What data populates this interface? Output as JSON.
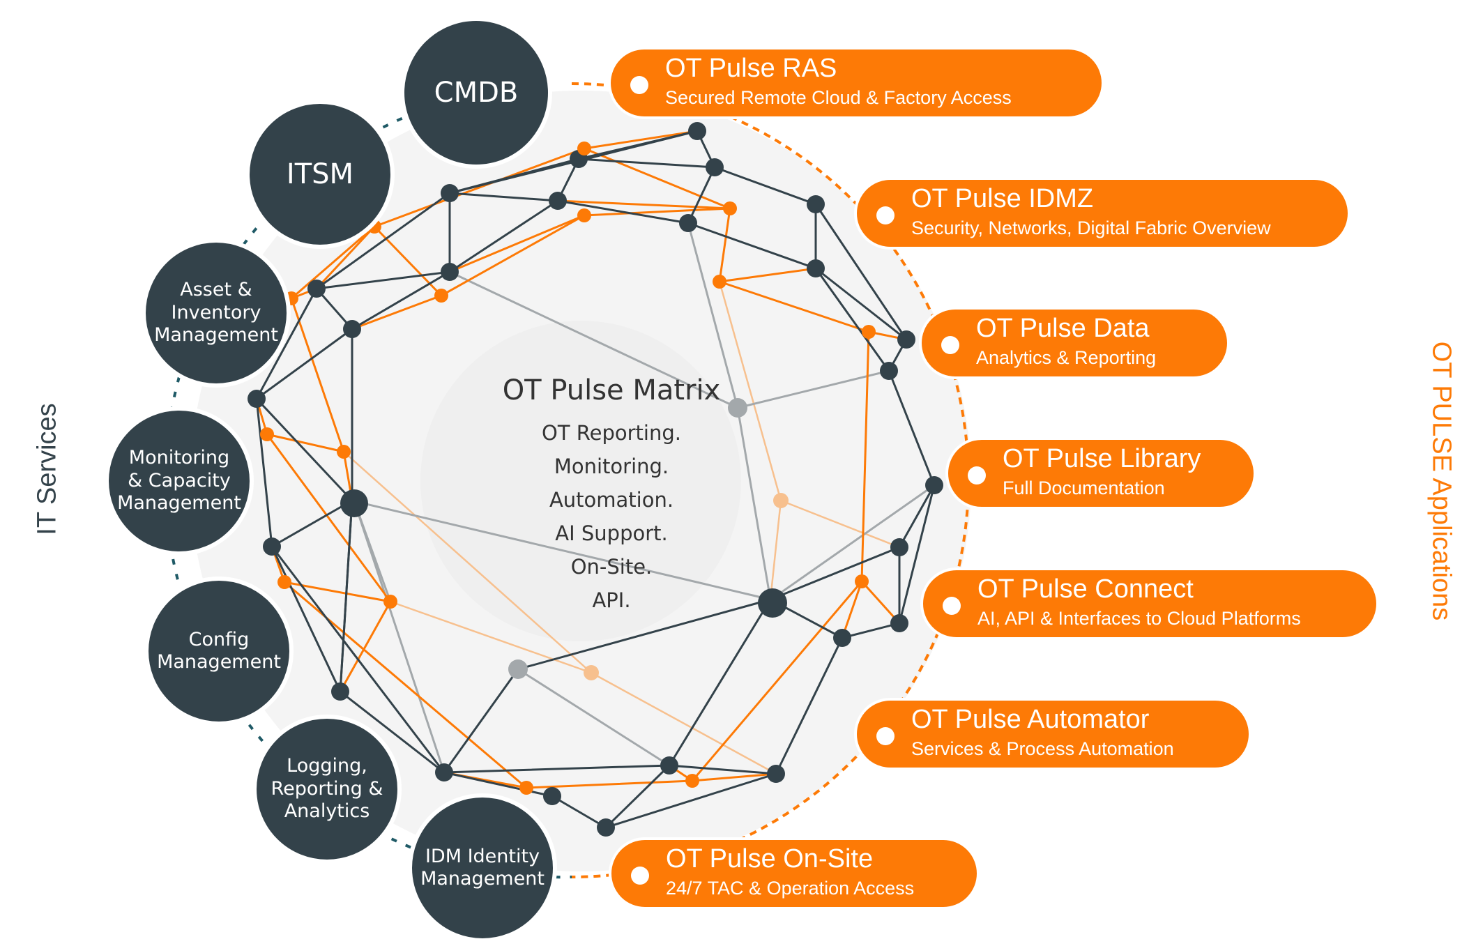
{
  "left_group": {
    "label": "IT Services",
    "color": "#33424a",
    "items": [
      {
        "label": "CMDB"
      },
      {
        "label": "ITSM"
      },
      {
        "label": "Asset &\nInventory\nManagement"
      },
      {
        "label": "Monitoring\n& Capacity\nManagement"
      },
      {
        "label": "Config\nManagement"
      },
      {
        "label": "Logging,\nReporting &\nAnalytics"
      },
      {
        "label": "IDM Identity\nManagement"
      }
    ]
  },
  "right_group": {
    "label": "OT PULSE Applications",
    "color": "#fd7a06",
    "items": [
      {
        "title": "OT Pulse RAS",
        "subtitle": "Secured Remote Cloud & Factory Access"
      },
      {
        "title": "OT Pulse IDMZ",
        "subtitle": "Security, Networks, Digital Fabric Overview"
      },
      {
        "title": "OT Pulse Data",
        "subtitle": "Analytics & Reporting"
      },
      {
        "title": "OT Pulse Library",
        "subtitle": "Full Documentation"
      },
      {
        "title": "OT Pulse Connect",
        "subtitle": "AI, API & Interfaces to Cloud Platforms"
      },
      {
        "title": "OT Pulse Automator",
        "subtitle": "Services & Process Automation"
      },
      {
        "title": "OT Pulse On-Site",
        "subtitle": "24/7 TAC & Operation Access"
      }
    ]
  },
  "center": {
    "title": "OT Pulse Matrix",
    "lines": [
      "OT Reporting.",
      "Monitoring.",
      "Automation.",
      "AI Support.",
      "On-Site.",
      "API."
    ]
  },
  "colors": {
    "dark_node": "#33424a",
    "orange": "#fd7a06",
    "grey_node": "#a3a8ab",
    "background_disc": "#f4f4f4",
    "connector_dash_dark": "#1f5a66"
  }
}
